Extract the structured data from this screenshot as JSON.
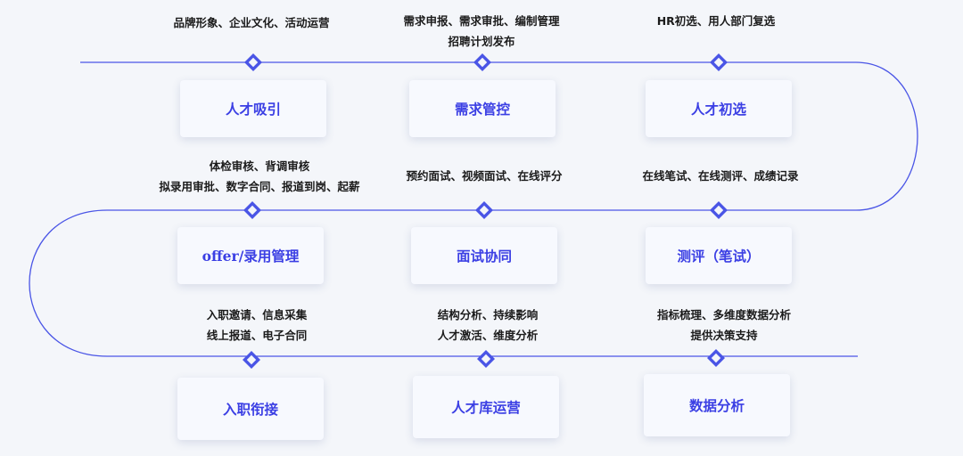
{
  "stages": [
    {
      "title": "人才吸引",
      "desc": [
        "品牌形象、企业文化、活动运营"
      ]
    },
    {
      "title": "需求管控",
      "desc": [
        "需求申报、需求审批、编制管理",
        "招聘计划发布"
      ]
    },
    {
      "title": "人才初选",
      "desc": [
        "HR初选、用人部门复选"
      ]
    },
    {
      "title": "offer/录用管理",
      "desc": [
        "体检审核、背调审核",
        "拟录用审批、数字合同、报道到岗、起薪"
      ]
    },
    {
      "title": "面试协同",
      "desc": [
        "预约面试、视频面试、在线评分"
      ]
    },
    {
      "title": "测评（笔试）",
      "desc": [
        "在线笔试、在线测评、成绩记录"
      ]
    },
    {
      "title": "入职衔接",
      "desc": [
        "入职邀请、信息采集",
        "线上报道、电子合同"
      ]
    },
    {
      "title": "人才库运营",
      "desc": [
        "结构分析、持续影响",
        "人才激活、维度分析"
      ]
    },
    {
      "title": "数据分析",
      "desc": [
        "指标梳理、多维度数据分析",
        "提供决策支持"
      ]
    }
  ],
  "colors": {
    "line": "#4a55e6",
    "accent": "#3b3fe4",
    "background": "#f4f6fa",
    "card": "#f7f9fe"
  },
  "icons": {
    "node": "diamond-node-icon"
  }
}
